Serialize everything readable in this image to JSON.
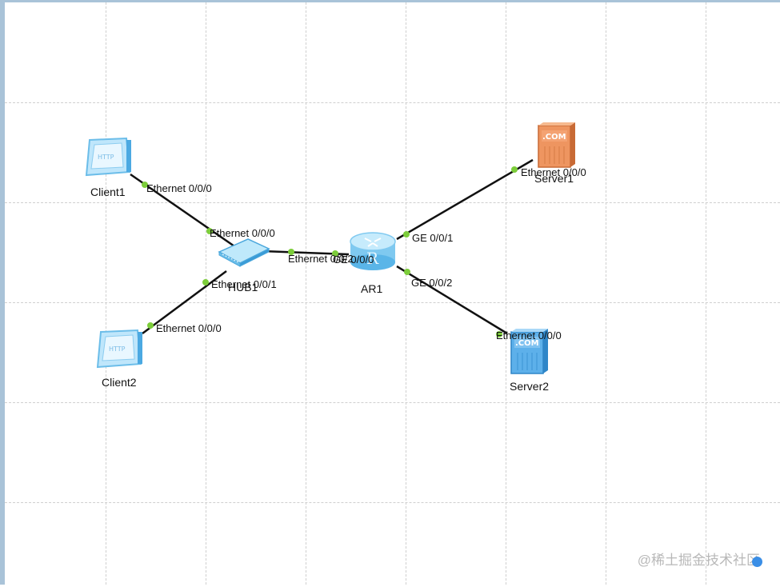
{
  "devices": {
    "client1": {
      "label": "Client1",
      "icon": "http-client-icon",
      "color": "#7ec8f5"
    },
    "client2": {
      "label": "Client2",
      "icon": "http-client-icon",
      "color": "#7ec8f5"
    },
    "hub": {
      "label": "HUB1",
      "icon": "hub-icon",
      "color": "#8fd0f2"
    },
    "ar1": {
      "label": "AR1",
      "icon": "router-icon",
      "color": "#7fc9f0"
    },
    "server1": {
      "label": "Server1",
      "icon": "server-icon",
      "color": "#e8844a"
    },
    "server2": {
      "label": "Server2",
      "icon": "server-icon",
      "color": "#5aaee8"
    }
  },
  "links": [
    {
      "from": "client1",
      "to": "hub",
      "from_port": "Ethernet 0/0/0",
      "to_port": "Ethernet 0/0/0"
    },
    {
      "from": "client2",
      "to": "hub",
      "from_port": "Ethernet 0/0/0",
      "to_port": "Ethernet 0/0/1"
    },
    {
      "from": "hub",
      "to": "ar1",
      "from_port": "Ethernet 0/0/2",
      "to_port": "GE 0/0/0"
    },
    {
      "from": "ar1",
      "to": "server1",
      "from_port": "GE 0/0/1",
      "to_port": "Ethernet 0/0/0"
    },
    {
      "from": "ar1",
      "to": "server2",
      "from_port": "GE 0/0/2",
      "to_port": "Ethernet 0/0/0"
    }
  ],
  "icon_text": {
    "client": "HTTP",
    "server": ".COM"
  },
  "colors": {
    "link": "#111111",
    "port_dot": "#7ccd3a",
    "grid": "#cfcfcf",
    "frame": "#a9c3d8"
  },
  "watermark": "@稀土掘金技术社区"
}
